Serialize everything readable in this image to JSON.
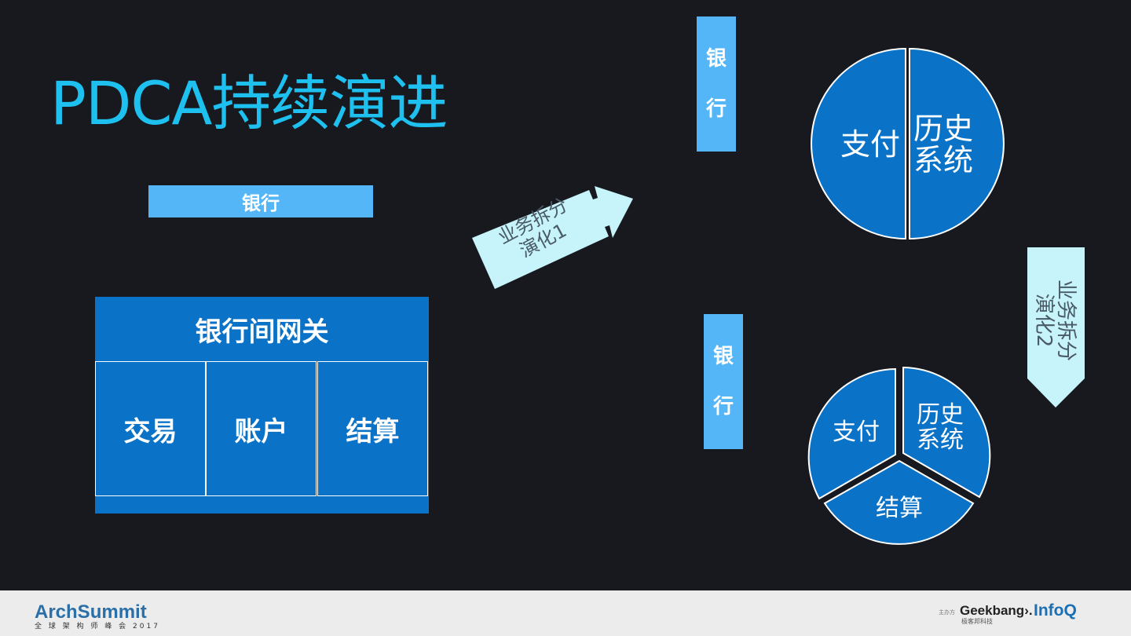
{
  "title": "PDCA持续演进",
  "bank_top": "银行",
  "bank_vertical_1": [
    "银",
    "行"
  ],
  "bank_vertical_2": [
    "银",
    "行"
  ],
  "gateway": {
    "title": "银行间网关",
    "cells": [
      "交易",
      "账户",
      "结算"
    ]
  },
  "arrow1": {
    "line1": "业务拆分",
    "line2": "演化1"
  },
  "arrow2": {
    "line1": "业务拆分",
    "line2": "演化2"
  },
  "circle1": {
    "left": "支付",
    "right_line1": "历史",
    "right_line2": "系统"
  },
  "circle2": {
    "left": "支付",
    "right_line1": "历史",
    "right_line2": "系统",
    "bottom": "结算"
  },
  "footer": {
    "archsummit": "ArchSummit",
    "archsummit_sub": "全 球 架 构 师 峰 会 2017",
    "host": "主办方",
    "geekbang": "Geekbang›.",
    "geekbang_sub": "极客邦科技",
    "infoq": "InfoQ"
  },
  "colors": {
    "background": "#17191f",
    "title": "#1ec0f0",
    "light_blue": "#55b6f7",
    "dark_blue": "#0a72c7",
    "arrow_fill": "#c6f4fa"
  }
}
